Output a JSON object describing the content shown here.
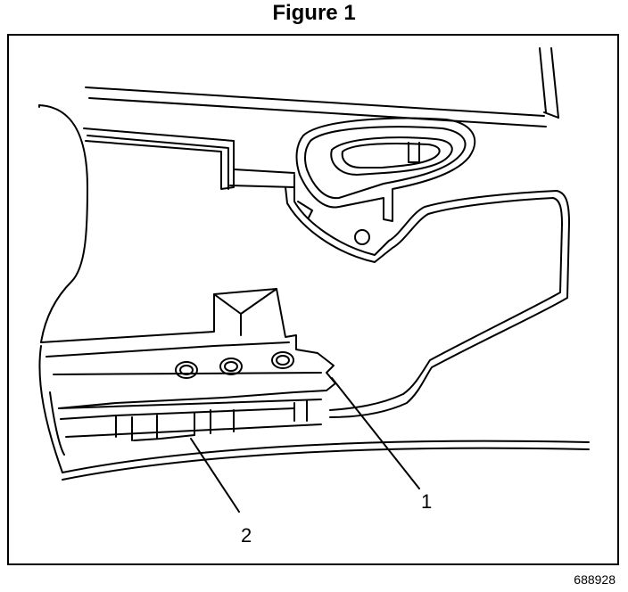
{
  "figure": {
    "title": "Figure 1",
    "id": "688928",
    "callouts": [
      {
        "label": "1"
      },
      {
        "label": "2"
      }
    ]
  }
}
